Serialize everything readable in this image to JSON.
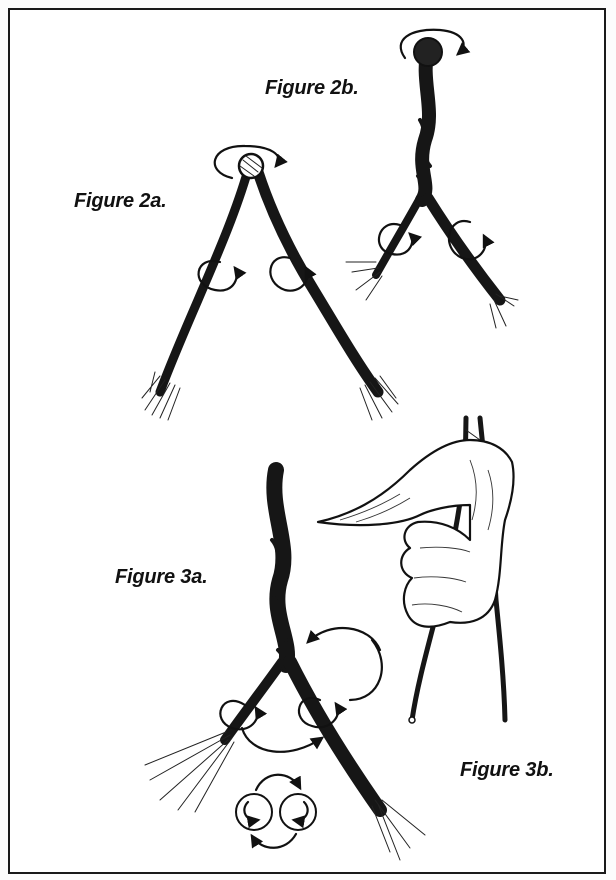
{
  "figure": {
    "captions": {
      "fig_2b": "Figure 2b.",
      "fig_2a": "Figure 2a.",
      "fig_3a": "Figure 3a.",
      "fig_3b": "Figure 3b."
    }
  },
  "colors": {
    "ink": "#111111",
    "paper": "#ffffff",
    "frame": "#1a1a1a"
  },
  "icons": [
    "rope-strands",
    "twist-arrow",
    "hand-gripping-rope",
    "rotation-circles"
  ]
}
